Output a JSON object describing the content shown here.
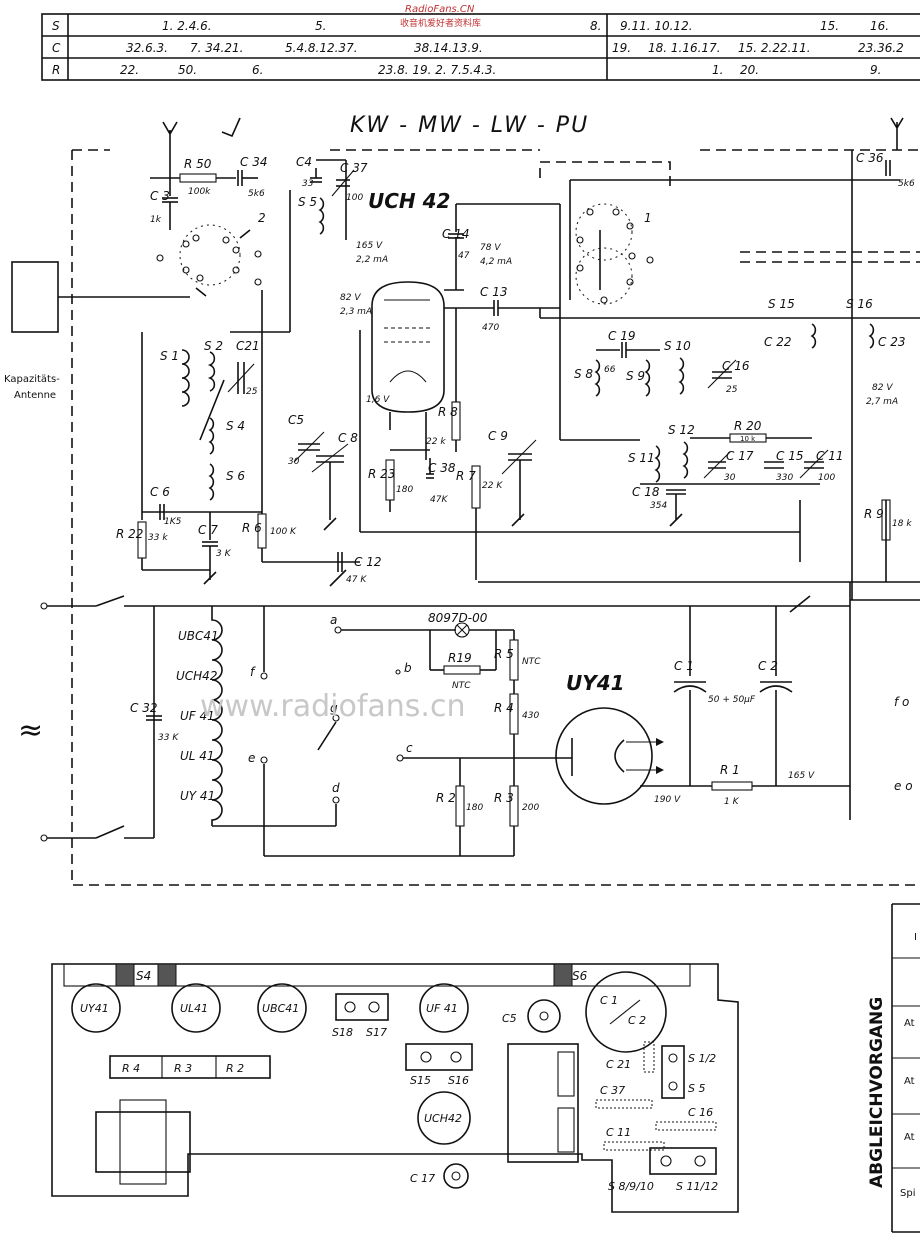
{
  "header_table": {
    "rows": [
      {
        "key": "S",
        "cells": [
          "1. 2.4.6.",
          "5.",
          "8.",
          "9.11. 10.12.",
          "15.",
          "16."
        ]
      },
      {
        "key": "C",
        "cells": [
          "32.6.3.",
          "7. 34.21.",
          "5.4.8.12.37.",
          "38.14.13.9.",
          "19.",
          "18. 1.16.17.",
          "15. 2.22.11.",
          "23.36.2"
        ]
      },
      {
        "key": "R",
        "cells": [
          "22.",
          "50.",
          "6.",
          "23.8. 19. 2. 7.5.4.3.",
          "1.",
          "20.",
          "9."
        ]
      }
    ],
    "brand": "RadioFans.CN",
    "brand_sub": "收音机爱好者资料库"
  },
  "schematic": {
    "band_title": "KW - MW - LW - PU",
    "antenna_label": "Kapazitäts-\nAntenne",
    "antenna_label_1": "Kapazitäts-",
    "antenna_label_2": "Antenne",
    "tubes": {
      "uch42": "UCH 42",
      "uy41": "UY41"
    },
    "components": {
      "r50": "R 50",
      "r50_val": "100k",
      "c34": "C 34",
      "c34_val": "5k6",
      "c3": "C 3",
      "c3_val": "1k",
      "c4": "C4",
      "c4_val": "33",
      "c37": "C 37",
      "c37_val": "100",
      "s5": "S 5",
      "s2": "S 2",
      "c21": "C21",
      "c21_val": "25",
      "s1": "S 1",
      "s4": "S 4",
      "s6": "S 6",
      "c6": "C 6",
      "c6_val": "1K5",
      "r22": "R 22",
      "r22_val": "33 k",
      "c7": "C 7",
      "c7_val": "3 K",
      "r6": "R 6",
      "r6_val": "100 K",
      "c5": "C5",
      "c5_val": "30",
      "c8": "C 8",
      "c12": "C 12",
      "c12_val": "47 K",
      "c14": "C 14",
      "c14_val": "47",
      "c13": "C 13",
      "c13_val": "470",
      "r8": "R 8",
      "r8_val": "22 k",
      "r23": "R 23",
      "r23_val": "180",
      "c38": "C 38",
      "c38_val": "47K",
      "r7": "R 7",
      "r7_val": "22 K",
      "c9": "C 9",
      "c19": "C 19",
      "s8": "S 8",
      "s8_val": "66",
      "s9": "S 9",
      "s10": "S 10",
      "c16": "C 16",
      "c16_val": "25",
      "s12": "S 12",
      "r20": "R 20",
      "r20_val": "10 k",
      "s11": "S 11",
      "c17": "C 17",
      "c17_val": "30",
      "c15": "C 15",
      "c15_val": "330",
      "c11": "C 11",
      "c11_val": "100",
      "c18": "C 18",
      "c18_val": "354",
      "c36": "C 36",
      "c36_val": "5k6",
      "s15": "S 15",
      "s16": "S 16",
      "c22": "C 22",
      "c23": "C 23",
      "r9": "R 9",
      "r9_val": "18 k",
      "ubc41": "UBC41",
      "uch42_h": "UCH42",
      "uf41": "UF 41",
      "ul41": "UL 41",
      "uy41_h": "UY 41",
      "c32": "C 32",
      "c32_val": "33 K",
      "lamp": "8097D-00",
      "r19": "R19",
      "r19_val": "NTC",
      "r5": "R 5",
      "r5_val": "NTC",
      "r4": "R 4",
      "r4_val": "430",
      "r2": "R 2",
      "r2_val": "180",
      "r3": "R 3",
      "r3_val": "200",
      "c1": "C 1",
      "c2": "C 2",
      "c12_cap": "50 + 50µF",
      "r1": "R 1",
      "r1_val": "1 K"
    },
    "voltages": {
      "v165a": "165 V",
      "i22": "2,2 mA",
      "v78": "78 V",
      "i42": "4,2 mA",
      "v82a": "82 V",
      "i23": "2,3 mA",
      "v16": "1,6 V",
      "v82b": "82 V",
      "i27": "2,7 mA",
      "v190": "190 V",
      "v165b": "165 V"
    },
    "terminals": {
      "a": "a",
      "b": "b",
      "c": "c",
      "d": "d",
      "e": "e",
      "f": "f",
      "g": "g",
      "fo": "f o",
      "eo": "e o"
    },
    "switch_nums": {
      "sw1": "1",
      "sw2": "2"
    },
    "mains_symbol": "≈",
    "watermark": "www.radiofans.cn"
  },
  "layout_panel": {
    "tubes": [
      "UY41",
      "UL41",
      "UBC41",
      "UF 41",
      "UCH42"
    ],
    "coils": [
      "S4",
      "S6"
    ],
    "pins": [
      "S18",
      "S17",
      "S15",
      "S16"
    ],
    "resistors": [
      "R 4",
      "R 3",
      "R 2"
    ],
    "caps": [
      "C5",
      "C 1",
      "C 2",
      "C 17",
      "C 21",
      "C 37",
      "C 16",
      "C 11"
    ],
    "switches": [
      "S 1/2",
      "S 5",
      "S 8/9/10",
      "S 11/12"
    ]
  },
  "side_panel": {
    "title": "ABGLEICHVORGANG",
    "rows": [
      "I",
      "At",
      "At",
      "At",
      "Spi"
    ]
  }
}
